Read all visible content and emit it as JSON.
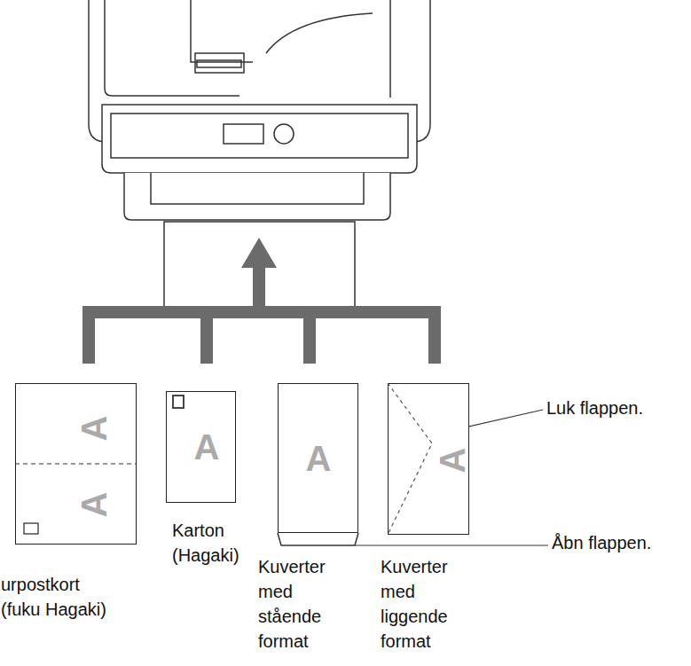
{
  "diagram": {
    "nodes": [
      {
        "text": [
          "A",
          "A",
          "urpostkort (fuku Hagaki)"
        ]
      },
      {
        "text": [
          "A",
          "Karton (Hagaki)"
        ]
      },
      {
        "text": [
          "A",
          "Kuverter med stående format"
        ]
      },
      {
        "text": [
          "A",
          "Kuverter med liggende format"
        ]
      }
    ],
    "labels": [
      "Luk flappen.",
      "Åbn flappen."
    ]
  }
}
